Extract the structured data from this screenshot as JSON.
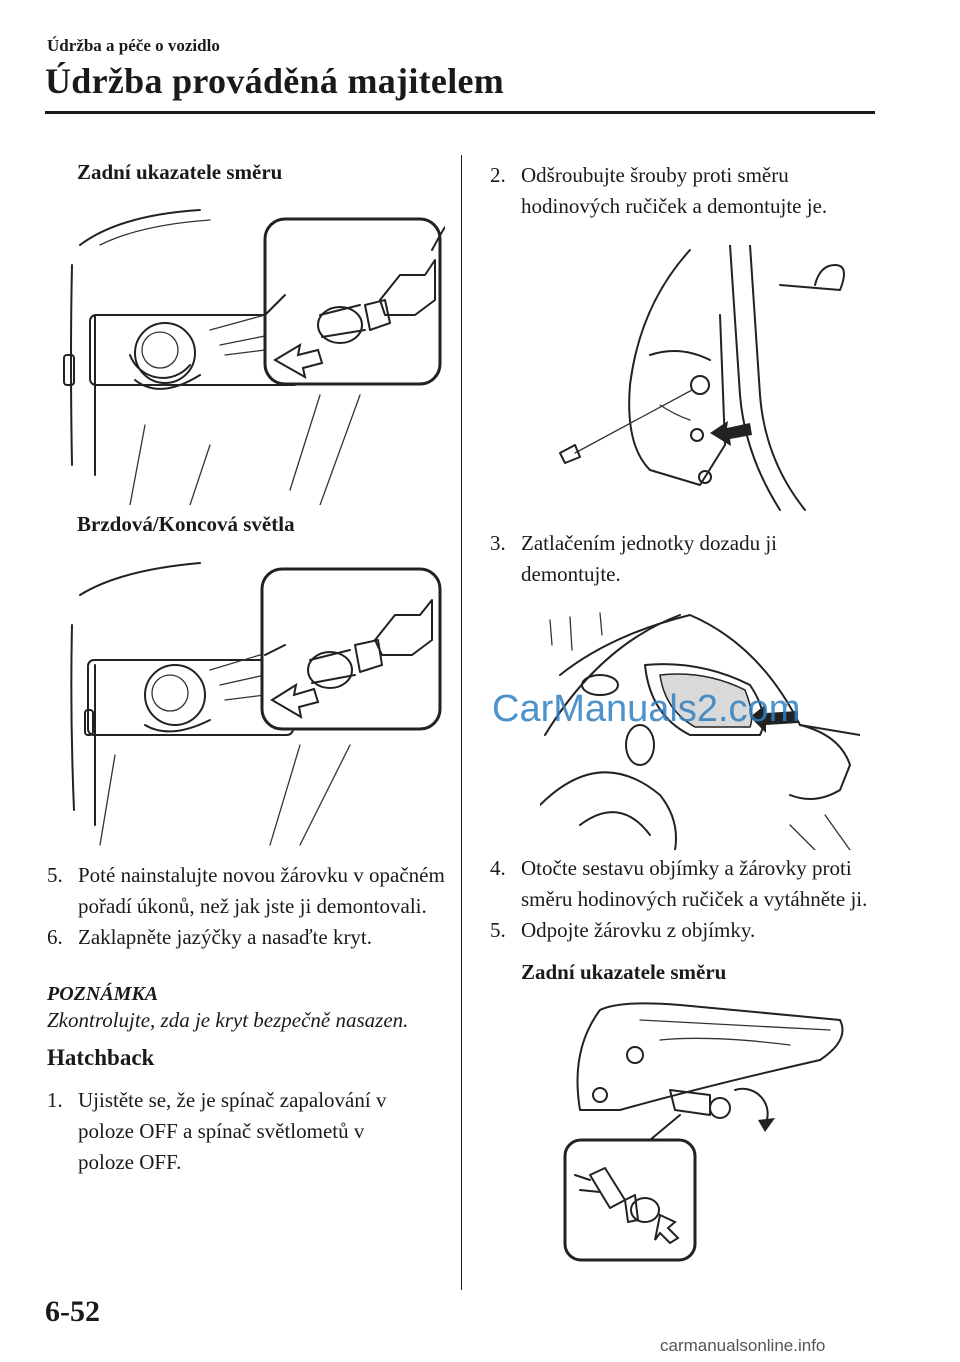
{
  "header": {
    "section_label": "Údržba a péče o vozidlo",
    "title": "Údržba prováděná majitelem"
  },
  "left": {
    "sub1": "Zadní ukazatele směru",
    "sub2": "Brzdová/Koncová světla",
    "step5_num": "5.",
    "step5_text": "Poté nainstalujte novou žárovku v opačném pořadí úkonů, než jak jste ji demontovali.",
    "step6_num": "6.",
    "step6_text": "Zaklapněte jazýčky a nasaďte kryt.",
    "note_title": "POZNÁMKA",
    "note_text": "Zkontrolujte, zda je kryt bezpečně nasazen.",
    "section_head": "Hatchback",
    "step1_num": "1.",
    "step1_text": "Ujistěte se, že je spínač zapalování v poloze OFF a spínač světlometů v poloze OFF."
  },
  "right": {
    "step2_num": "2.",
    "step2_text": "Odšroubujte šrouby proti směru hodinových ručiček a demontujte je.",
    "step3_num": "3.",
    "step3_text": "Zatlačením jednotky dozadu ji demontujte.",
    "step4_num": "4.",
    "step4_text": "Otočte sestavu objímky a žárovky proti směru hodinových ručiček a vytáhněte ji.",
    "step5_num": "5.",
    "step5_text": "Odpojte žárovku z objímky.",
    "sub": "Zadní ukazatele směru"
  },
  "footer": {
    "page_number": "6-52",
    "watermark_center": "CarManuals2.com",
    "watermark_footer": "carmanualsonline.info"
  },
  "icons": {
    "figures": [
      "rear-turn-signal-bulb-illustration",
      "brake-tail-light-bulb-illustration",
      "screw-removal-illustration",
      "light-unit-removal-illustration",
      "socket-rotate-illustration"
    ]
  }
}
